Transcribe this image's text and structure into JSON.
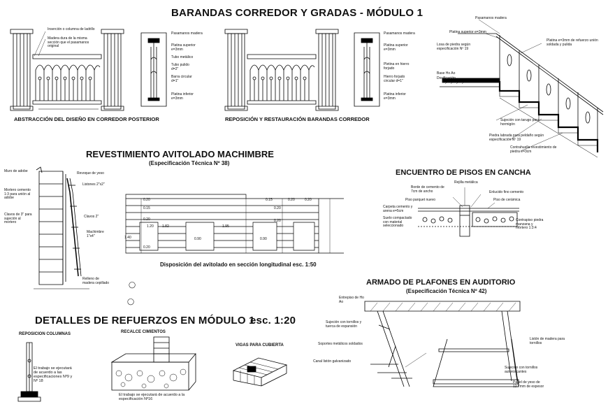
{
  "titles": {
    "main": "BARANDAS CORREDOR Y GRADAS  - MÓDULO 1",
    "revestimiento": "REVESTIMIENTO AVITOLADO MACHIMBRE",
    "revestimiento_spec": "(Especificación Técnica Nº 38)",
    "encuentro": "ENCUENTRO DE PISOS EN CANCHA",
    "armado": "ARMADO DE PLAFONES EN AUDITORIO",
    "armado_spec": "(Especificación Técnica Nº 42)",
    "detalles": "DETALLES DE REFUERZOS EN MÓDULO 1",
    "detalles_scale": "esc. 1:20"
  },
  "captions": {
    "abstraccion": "ABSTRACCIÓN DEL DISEÑO EN CORREDOR POSTERIOR",
    "reposicion": "REPOSICIÓN Y RESTAURACIÓN BARANDAS CORREDOR",
    "disposicion": "Disposición del avitolado en sección longitudinal esc. 1:50",
    "reposicion_columnas": "REPOSICION COLUMNAS",
    "recalce": "RECALCE CIMIENTOS",
    "vigas": "VIGAS PARA CUBIERTA"
  },
  "labels": {
    "baranda1": [
      "Inserción o columna de ladrillo",
      "Madera dura de la misma sección que el pasamanos original"
    ],
    "detalle1": [
      "Pasamanos madera",
      "Platina superior e=3mm",
      "Tubo metálico",
      "Tubo pulido d=2\"",
      "Barra circular d=1\"",
      "Platina inferior e=3mm"
    ],
    "detalle2": [
      "Pasamanos madera",
      "Platina superior e=3mm",
      "Pletina en hierro forjado",
      "Hierro forjado circular d=1\"",
      "Platina inferior e=3mm"
    ],
    "escalera": [
      "Pasamanos madera",
      "Platina superior e=3mm",
      "Platina e=3mm de refuerzo unión soldada y pulida",
      "Losa de piedra según especificación Nº 19",
      "Base Ho Ao",
      "Dosificación",
      "Sujeción con tarugo para hormigón",
      "Piedra labrada para peldaño según especificación Nº 19",
      "Contrahuella revestimiento de piedra e=3cm"
    ],
    "muro": [
      "Muro de adobe",
      "Mortero cemento 1:3 para unión al adobe",
      "Clavos de 3\" para sujeción al mortero",
      "Revoque de yeso",
      "Listones 2\"x2\"",
      "Clavos 2\"",
      "Machimbre 1\"x4\"",
      "Relleno de madera cepillado"
    ],
    "encuentro": [
      "Rejilla metálica",
      "Borde de cemento de 7cm de ancho",
      "Piso parquet nuevo",
      "Carpeta cemento y arena e=5cm",
      "Suelo compactado con material seleccionado",
      "Enlucido fino cemento",
      "Piso de cerámica",
      "Contrapiso piedra manzana y mortero 1:3:4"
    ],
    "plafon": [
      "Entrepiso de Ho Ao",
      "Sujeción con tornillos y tuerca de expansión",
      "Soportes metálicos soldados",
      "Canal listón galvanizado",
      "Listón de madera para tornillos",
      "Sujeción con tornillos autoroscantes",
      "Panel de yeso de 12.7mm de espesor"
    ],
    "columna_nota": "El trabajo se ejecutará de acuerdo a las especificaciones Nº9 y Nº 18",
    "recalce_nota": "El trabajo se ejecutará de acuerdo a la especificación Nº16"
  },
  "dims": [
    "0.20",
    "0.15",
    "0.20",
    "0.20",
    "0.15",
    "0.20",
    "0.20",
    "0.20",
    "1.20",
    "1.82",
    "0.90",
    "1.95",
    "0.90",
    "1.40",
    "0.20"
  ]
}
